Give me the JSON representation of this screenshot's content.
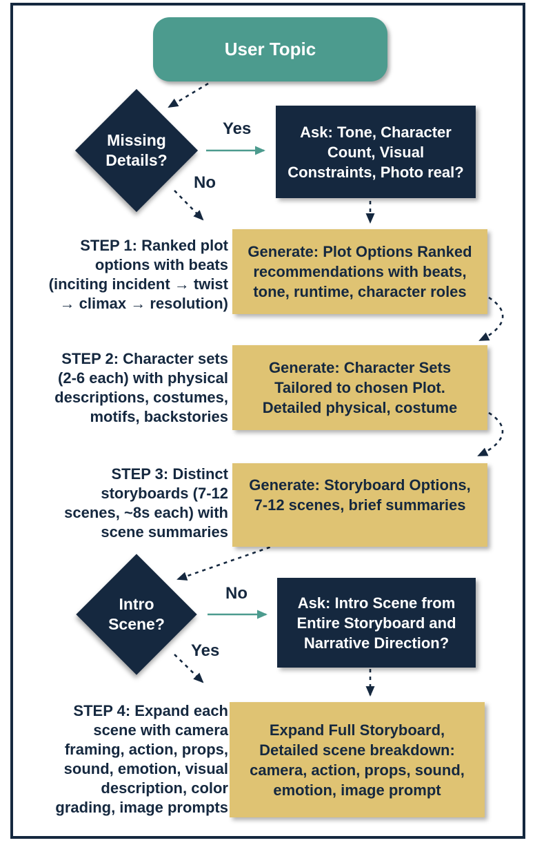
{
  "diagram": {
    "start": {
      "label": "User Topic"
    },
    "decision1": {
      "lines": [
        "Missing",
        "Details?"
      ]
    },
    "ask1": {
      "lines": [
        "Ask: Tone, Character",
        "Count, Visual",
        "Constraints, Photo real?"
      ]
    },
    "edge_labels": {
      "yes1": "Yes",
      "no1": "No",
      "no2": "No",
      "yes2": "Yes"
    },
    "step1": {
      "lines": [
        "STEP 1: Ranked plot",
        "options with beats",
        "(inciting incident → twist",
        "→ climax → resolution)"
      ]
    },
    "generate1": {
      "lines": [
        "Generate: Plot Options Ranked",
        "recommendations with beats,",
        "tone, runtime, character roles"
      ]
    },
    "step2": {
      "lines": [
        "STEP 2: Character sets",
        "(2-6 each) with physical",
        "descriptions, costumes,",
        "motifs, backstories"
      ]
    },
    "generate2": {
      "lines": [
        "Generate: Character Sets",
        "Tailored to chosen Plot.",
        "Detailed physical, costume"
      ]
    },
    "step3": {
      "lines": [
        "STEP 3: Distinct",
        "storyboards (7-12",
        "scenes, ~8s each) with",
        "scene summaries"
      ]
    },
    "generate3": {
      "lines": [
        "Generate: Storyboard Options,",
        "7-12 scenes, brief summaries"
      ]
    },
    "decision2": {
      "lines": [
        "Intro",
        "Scene?"
      ]
    },
    "ask2": {
      "lines": [
        "Ask: Intro Scene from",
        "Entire Storyboard and",
        "Narrative Direction?"
      ]
    },
    "step4": {
      "lines": [
        "STEP 4: Expand each",
        "scene with camera",
        "framing, action, props,",
        "sound, emotion, visual",
        "description, color",
        "grading, image prompts"
      ]
    },
    "generate4": {
      "lines": [
        "Expand Full Storyboard,",
        "Detailed scene breakdown:",
        "camera, action, props, sound,",
        "emotion, image prompt"
      ]
    }
  },
  "colors": {
    "navy": "#15283F",
    "teal": "#4C9B8E",
    "gold": "#DFC373"
  }
}
